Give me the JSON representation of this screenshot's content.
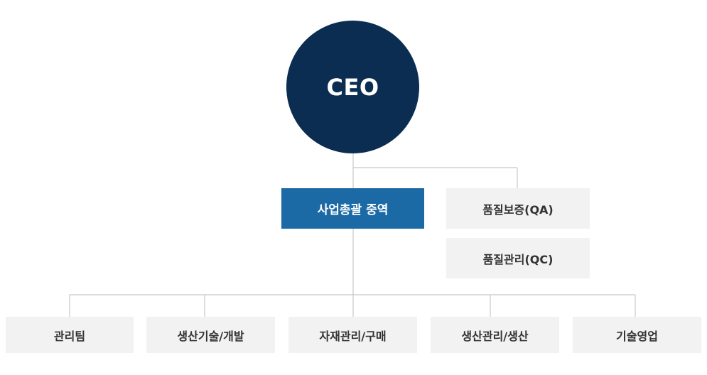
{
  "chart": {
    "ceo_label": "CEO",
    "main_division": "사업총괄 중역",
    "quality": [
      "품질보증(QA)",
      "품질관리(QC)"
    ],
    "teams": [
      "관리팀",
      "생산기술/개발",
      "자재관리/구매",
      "생산관리/생산",
      "기술영업"
    ]
  },
  "colors": {
    "ceo": "#0c2d52",
    "main_division": "#1b6aa5",
    "box": "#f2f2f2",
    "line": "#c8c8c8",
    "text": "#333333"
  }
}
